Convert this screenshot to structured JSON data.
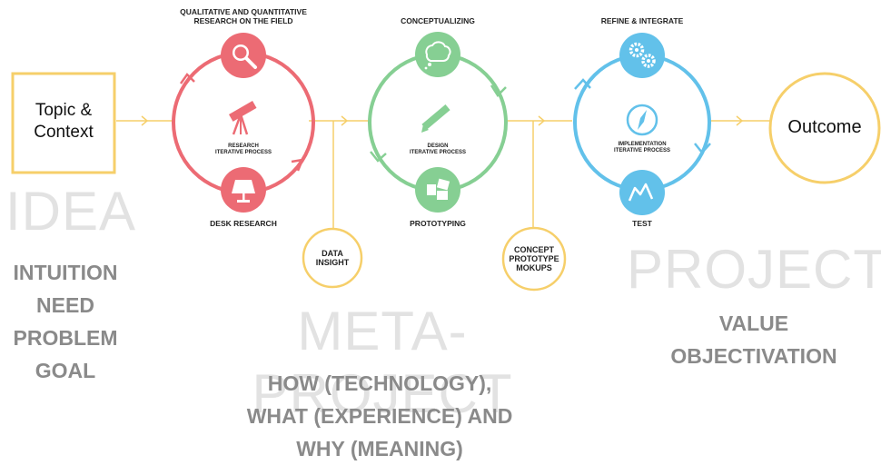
{
  "colors": {
    "yellow": "#f6cf6a",
    "red": "#ec6b74",
    "green": "#86cf93",
    "blue": "#62c1ea",
    "ghost": "#e2e2e2",
    "grey_text": "#8a8a8a"
  },
  "start": {
    "line1": "Topic  &",
    "line2": "Context"
  },
  "end": {
    "label": "Outcome"
  },
  "cycles": [
    {
      "top_label_1": "QUALITATIVE AND QUANTITATIVE",
      "top_label_2": "RESEARCH ON THE FIELD",
      "center_1": "RESEARCH",
      "center_2": "ITERATIVE PROCESS",
      "bottom_label": "DESK RESEARCH",
      "top_icon": "magnifier-icon",
      "center_icon": "telescope-icon",
      "bottom_icon": "lamp-icon"
    },
    {
      "top_label_1": "CONCEPTUALIZING",
      "center_1": "DESIGN",
      "center_2": "ITERATIVE PROCESS",
      "bottom_label": "PROTOTYPING",
      "top_icon": "thought-cloud-icon",
      "center_icon": "pencil-icon",
      "bottom_icon": "blocks-icon"
    },
    {
      "top_label_1": "REFINE & INTEGRATE",
      "center_1": "IMPLEMENTATION",
      "center_2": "ITERATIVE PROCESS",
      "bottom_label": "TEST",
      "top_icon": "gears-icon",
      "center_icon": "compass-icon",
      "bottom_icon": "line-graph-icon"
    }
  ],
  "bubbles": [
    {
      "line1": "DATA",
      "line2": "INSIGHT"
    },
    {
      "line1": "CONCEPT",
      "line2": "PROTOTYPE",
      "line3": "MOKUPS"
    }
  ],
  "phases": {
    "idea": {
      "title": "IDEA",
      "items": [
        "INTUITION",
        "NEED",
        "PROBLEM",
        "GOAL"
      ]
    },
    "meta_project": {
      "title": "META-PROJECT",
      "items": [
        "HOW (TECHNOLOGY),",
        "WHAT (EXPERIENCE) AND",
        "WHY (MEANING)"
      ]
    },
    "project": {
      "title": "PROJECT",
      "items": [
        "VALUE",
        "OBJECTIVATION"
      ]
    }
  }
}
